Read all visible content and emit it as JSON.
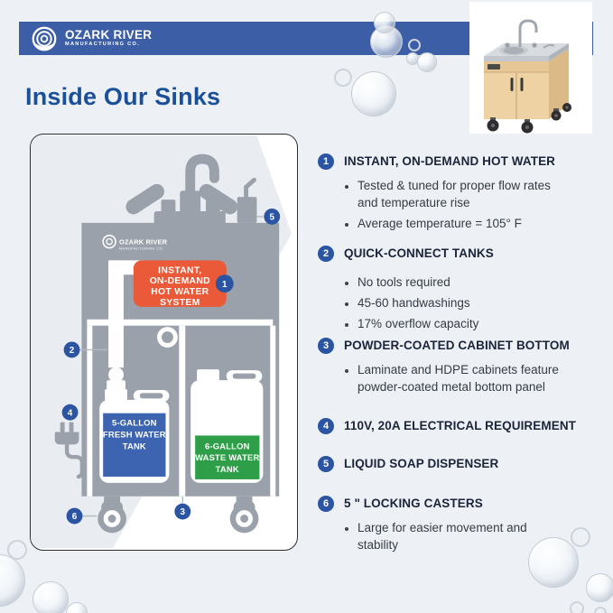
{
  "banner": {
    "logo_title": "OZARK RIVER",
    "logo_subtitle": "MANUFACTURING CO.",
    "bg_color": "#3c5ea6"
  },
  "heading": {
    "title": "Inside Our Sinks",
    "color": "#1a4f9a"
  },
  "diagram": {
    "cabinet_logo": {
      "title": "OZARK RIVER",
      "subtitle": "MANUFACTURING CO."
    },
    "hot_water_box": {
      "color": "#ea5a38",
      "line1": "INSTANT,",
      "line2": "ON-DEMAND",
      "line3": "HOT WATER",
      "line4": "SYSTEM"
    },
    "fresh_tank": {
      "color": "#3d64b0",
      "line1": "5-GALLON",
      "line2": "FRESH WATER",
      "line3": "TANK"
    },
    "waste_tank": {
      "color": "#2f9e48",
      "line1": "6-GALLON",
      "line2": "WASTE WATER",
      "line3": "TANK"
    },
    "callout_color": "#2b54a3",
    "callout_1": "1",
    "callout_2": "2",
    "callout_3": "3",
    "callout_4": "4",
    "callout_5": "5",
    "callout_6": "6"
  },
  "features": [
    {
      "num": "1",
      "title": "INSTANT, ON-DEMAND HOT WATER",
      "bullets": [
        "Tested & tuned for proper flow rates and temperature rise",
        "Average temperature = 105° F"
      ]
    },
    {
      "num": "2",
      "title": "QUICK-CONNECT TANKS",
      "bullets": [
        "No tools required",
        "45-60 handwashings",
        "17% overflow capacity"
      ]
    },
    {
      "num": "3",
      "title": "POWDER-COATED CABINET BOTTOM",
      "bullets": [
        "Laminate and HDPE cabinets feature powder-coated metal bottom panel"
      ]
    },
    {
      "num": "4",
      "title": "110V, 20A ELECTRICAL REQUIREMENT",
      "bullets": []
    },
    {
      "num": "5",
      "title": "LIQUID SOAP DISPENSER",
      "bullets": []
    },
    {
      "num": "6",
      "title": "5 \" LOCKING CASTERS",
      "bullets": [
        "Large for easier movement and stability"
      ]
    }
  ]
}
